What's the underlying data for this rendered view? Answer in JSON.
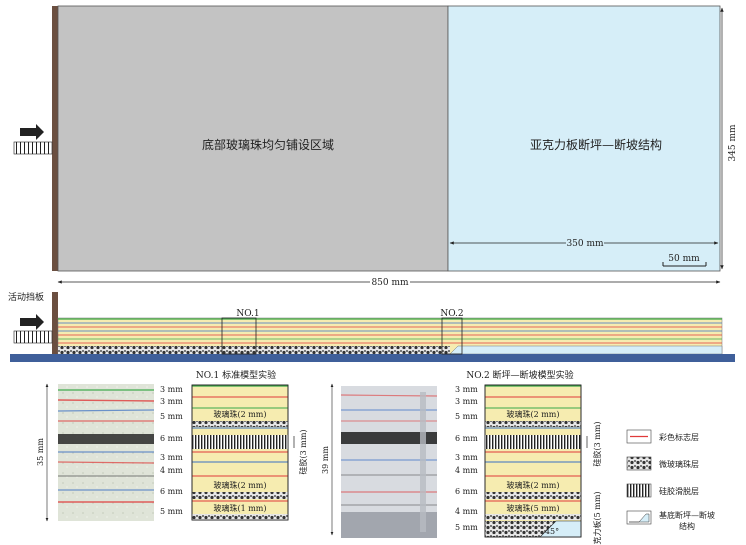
{
  "top_view": {
    "region_glass_beads": "底部玻璃珠均匀铺设区域",
    "region_acrylic": "亚克力板断坪—断坡结构",
    "dim_length": "850 mm",
    "dim_width": "345 mm",
    "dim_acrylic": "350 mm",
    "scale_bar": "50 mm"
  },
  "cross_section": {
    "baffle_label": "活动挡板",
    "section_1": "NO.1",
    "section_2": "NO.2"
  },
  "model_1": {
    "title": "NO.1 标准模型实验",
    "total_height": "35 mm",
    "layer_thicknesses": [
      "3 mm",
      "3 mm",
      "5 mm",
      "6 mm",
      "3 mm",
      "4 mm",
      "6 mm",
      "5 mm"
    ],
    "label_beads_top": "玻璃珠(2 mm)",
    "label_beads_mid": "玻璃珠(2 mm)",
    "label_beads_bottom": "玻璃珠(1 mm)",
    "label_silicone": "硅胶(3 mm)"
  },
  "model_2": {
    "title": "NO.2 断坪—断坡模型实验",
    "total_height": "39 mm",
    "layer_thicknesses": [
      "3 mm",
      "3 mm",
      "5 mm",
      "6 mm",
      "3 mm",
      "4 mm",
      "6 mm",
      "4 mm",
      "5 mm"
    ],
    "label_beads_top": "玻璃珠(2 mm)",
    "label_beads_mid": "玻璃珠(2 mm)",
    "label_beads_low": "玻璃珠(5 mm)",
    "label_silicone": "硅胶(3 mm)",
    "label_acrylic": "亚克力板(5 mm)",
    "angle": "45°"
  },
  "legend": {
    "marker": "彩色标志层",
    "micro_beads": "微玻璃珠层",
    "silicone_slip": "硅胶滑脱层",
    "ramp_1": "基底断坪—断坡",
    "ramp_2": "结构"
  },
  "colors": {
    "sand": "#f6ecb0",
    "marker_red": "#e03a3a",
    "marker_green": "#3aa84a",
    "marker_blue": "#3a6fc4",
    "acrylic": "#d6eef8",
    "beads_region": "#c3c3c3",
    "baffle": "#6b4f40",
    "base": "#3f5f9a"
  }
}
